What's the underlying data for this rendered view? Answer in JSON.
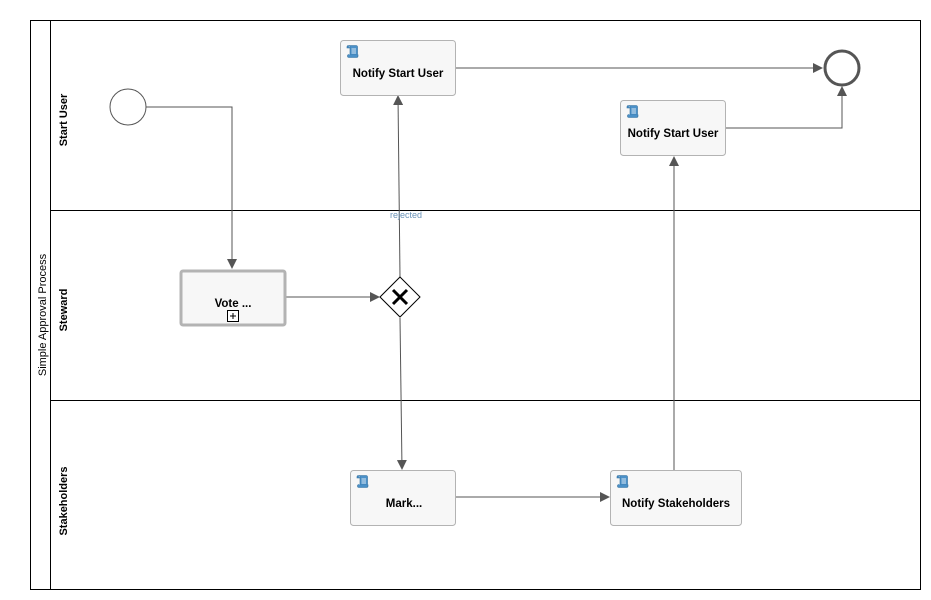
{
  "pool": {
    "label": "Simple Approval Process"
  },
  "lanes": [
    {
      "id": "start-user",
      "label": "Start User"
    },
    {
      "id": "steward",
      "label": "Steward"
    },
    {
      "id": "stakeholders",
      "label": "Stakeholders"
    }
  ],
  "tasks": {
    "notify_start_user_1": {
      "label": "Notify Start User",
      "icon": "script-icon"
    },
    "notify_start_user_2": {
      "label": "Notify Start User",
      "icon": "script-icon"
    },
    "vote": {
      "label": "Vote ...",
      "icon": "collapsed-subprocess-marker-icon"
    },
    "mark": {
      "label": "Mark...",
      "icon": "script-icon"
    },
    "notify_stakeholders": {
      "label": "Notify Stakeholders",
      "icon": "script-icon"
    }
  },
  "gateway": {
    "type": "exclusive",
    "icon": "x-icon"
  },
  "flows": {
    "rejected_label": "rejected"
  },
  "colors": {
    "script_icon": "#4a90c8",
    "flow_label": "#6a93b8",
    "task_fill": "#f7f7f7",
    "task_border": "#b3b3b3"
  }
}
